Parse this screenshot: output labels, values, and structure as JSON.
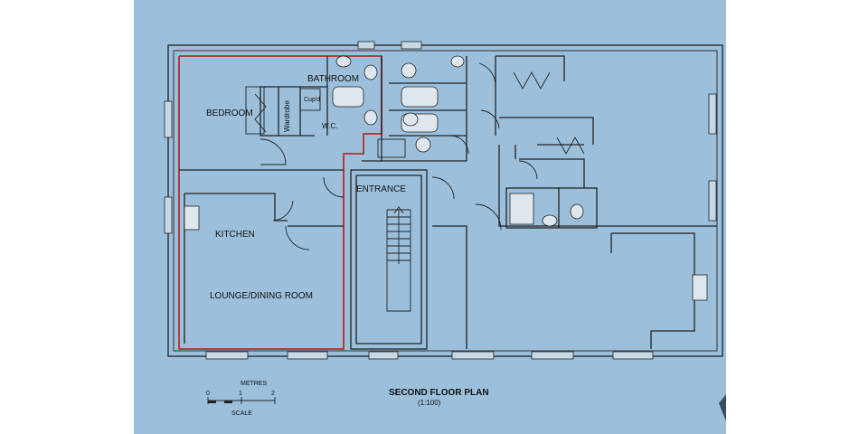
{
  "rooms": {
    "bathroom": "BATHROOM",
    "bedroom": "BEDROOM",
    "wardrobe": "Wardrobe",
    "cupboard": "Cup'd",
    "wc": "W.C.",
    "entrance": "ENTRANCE",
    "kitchen": "KITCHEN",
    "lounge": "LOUNGE/DINING ROOM"
  },
  "scale_bar": {
    "units": "METRES",
    "ticks": [
      "0",
      "1",
      "2"
    ],
    "caption": "SCALE"
  },
  "title": {
    "main": "SECOND FLOOR PLAN",
    "ratio": "(1:100)"
  },
  "colors": {
    "paper": "#9cc0dc",
    "lines": "#222222",
    "highlight": "#b0302c"
  }
}
